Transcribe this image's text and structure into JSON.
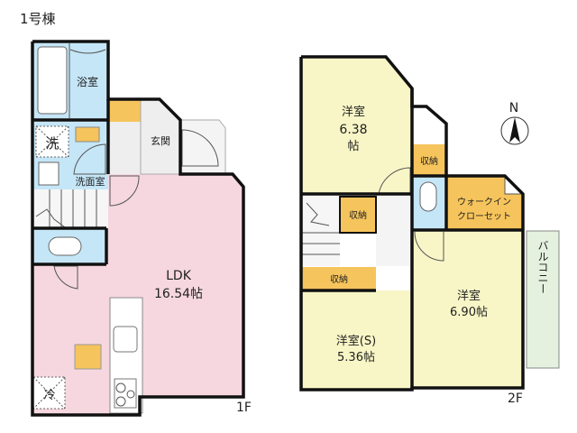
{
  "building_label": "1号棟",
  "colors": {
    "wet_area": "#c5e6f7",
    "ldk": "#f6d7e0",
    "bedroom": "#f8f6c6",
    "storage": "#f6c45c",
    "hall": "#eeeeee",
    "balcony": "#e4f1de"
  },
  "floor1": {
    "label": "1F",
    "rooms": {
      "bath": "浴室",
      "washer": "洗",
      "washroom": "洗面室",
      "entrance": "玄関",
      "ldk_name": "LDK",
      "ldk_size": "16.54帖",
      "fridge": "冷"
    }
  },
  "floor2": {
    "label": "2F",
    "rooms": {
      "bedroom1_name": "洋室",
      "bedroom1_size": "6.38",
      "bedroom1_unit": "帖",
      "storage1": "収納",
      "storage2": "収納",
      "storage3": "収納",
      "wic_line1": "ウォークイン",
      "wic_line2": "クローセット",
      "bedroom2_name": "洋室",
      "bedroom2_size": "6.90帖",
      "bedroom3_name": "洋室(S)",
      "bedroom3_size": "5.36帖",
      "balcony": "バルコニー"
    }
  },
  "compass": {
    "north_label": "N",
    "icon": "north-arrow-icon"
  }
}
